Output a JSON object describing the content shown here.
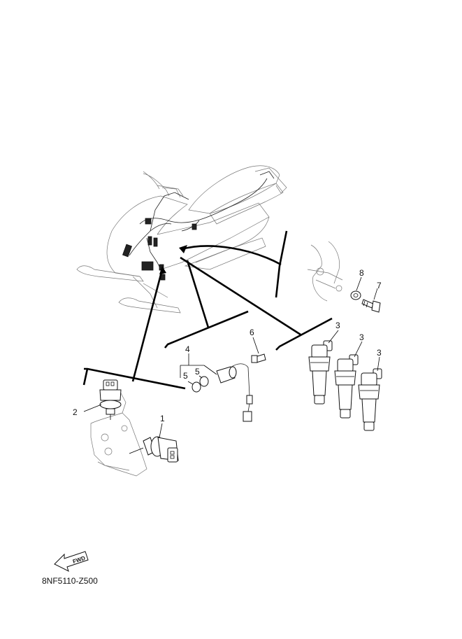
{
  "diagram": {
    "drawing_code": "8NF5110-Z500",
    "fwd_label": "FWD",
    "callouts": [
      {
        "id": "c1",
        "text": "1"
      },
      {
        "id": "c2",
        "text": "2"
      },
      {
        "id": "c3a",
        "text": "3"
      },
      {
        "id": "c3b",
        "text": "3"
      },
      {
        "id": "c3c",
        "text": "3"
      },
      {
        "id": "c4",
        "text": "4"
      },
      {
        "id": "c5a",
        "text": "5"
      },
      {
        "id": "c5b",
        "text": "5"
      },
      {
        "id": "c6",
        "text": "6"
      },
      {
        "id": "c7",
        "text": "7"
      },
      {
        "id": "c8",
        "text": "8"
      }
    ]
  }
}
